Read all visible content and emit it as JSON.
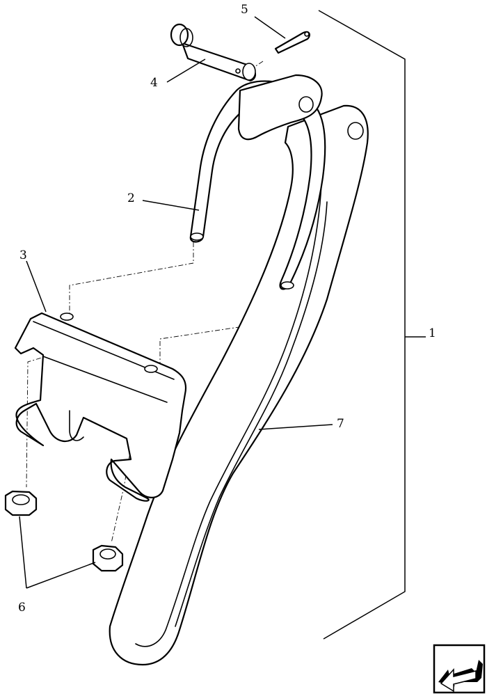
{
  "callouts": {
    "c1": "1",
    "c2": "2",
    "c3": "3",
    "c4": "4",
    "c5": "5",
    "c6": "6",
    "c7": "7"
  },
  "nav_icon": {
    "name": "previous-page-arrow-icon",
    "color": "#000000"
  }
}
